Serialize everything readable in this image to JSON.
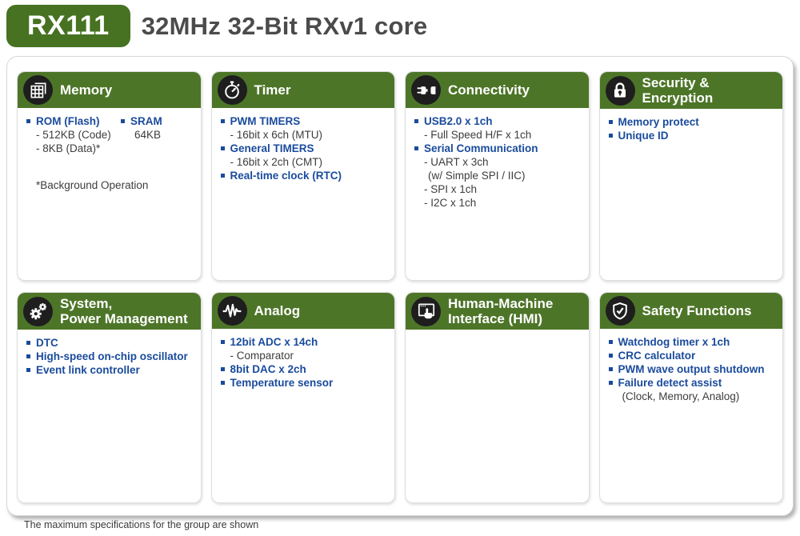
{
  "header": {
    "badge_label": "RX111",
    "title": "32MHz 32-Bit RXv1 core"
  },
  "colors": {
    "brand_green": "#4d7528",
    "badge_green": "#467221",
    "accent_blue": "#1a4b9c",
    "icon_circle": "#1e1e1e"
  },
  "cards": [
    {
      "title_lines": [
        "Memory"
      ],
      "icon": "memory-chip-icon",
      "col_left": [
        {
          "t": "b",
          "text": "ROM (Flash)"
        },
        {
          "t": "d",
          "text": "- 512KB (Code)"
        },
        {
          "t": "d",
          "text": "- 8KB (Data)*"
        }
      ],
      "col_right": [
        {
          "t": "b",
          "text": "SRAM"
        },
        {
          "t": "c",
          "text": "64KB"
        }
      ],
      "footnote": "*Background Operation"
    },
    {
      "title_lines": [
        "Timer"
      ],
      "icon": "stopwatch-icon",
      "items": [
        {
          "t": "b",
          "text": "PWM TIMERS"
        },
        {
          "t": "d",
          "text": "- 16bit x 6ch (MTU)"
        },
        {
          "t": "b",
          "text": "General TIMERS"
        },
        {
          "t": "d",
          "text": "- 16bit x 2ch (CMT)"
        },
        {
          "t": "b",
          "text": "Real-time clock (RTC)"
        }
      ]
    },
    {
      "title_lines": [
        "Connectivity"
      ],
      "icon": "plug-icon",
      "items": [
        {
          "t": "b",
          "text": "USB2.0 x 1ch"
        },
        {
          "t": "d",
          "text": "- Full Speed H/F x 1ch"
        },
        {
          "t": "b",
          "text": "Serial Communication"
        },
        {
          "t": "d",
          "text": "- UART x 3ch"
        },
        {
          "t": "c",
          "text": "(w/ Simple SPI / IIC)"
        },
        {
          "t": "d",
          "text": "- SPI x 1ch"
        },
        {
          "t": "d",
          "text": "- I2C x 1ch"
        }
      ]
    },
    {
      "title_lines": [
        "Security &",
        "Encryption"
      ],
      "icon": "lock-icon",
      "items": [
        {
          "t": "b",
          "text": "Memory protect"
        },
        {
          "t": "b",
          "text": "Unique ID"
        }
      ]
    },
    {
      "title_lines": [
        "System,",
        "Power Management"
      ],
      "icon": "gears-icon",
      "items": [
        {
          "t": "b",
          "text": "DTC"
        },
        {
          "t": "b",
          "text": "High-speed on-chip oscillator"
        },
        {
          "t": "b",
          "text": "Event link controller"
        }
      ]
    },
    {
      "title_lines": [
        "Analog"
      ],
      "icon": "waveform-icon",
      "items": [
        {
          "t": "b",
          "text": "12bit ADC x 14ch"
        },
        {
          "t": "d",
          "text": "- Comparator"
        },
        {
          "t": "b",
          "text": "8bit DAC x 2ch"
        },
        {
          "t": "b",
          "text": "Temperature sensor"
        }
      ]
    },
    {
      "title_lines": [
        "Human-Machine",
        "Interface (HMI)"
      ],
      "icon": "touch-screen-icon",
      "items": []
    },
    {
      "title_lines": [
        "Safety Functions"
      ],
      "icon": "shield-check-icon",
      "items": [
        {
          "t": "b",
          "text": "Watchdog timer x 1ch"
        },
        {
          "t": "b",
          "text": "CRC calculator"
        },
        {
          "t": "b",
          "text": "PWM wave output shutdown"
        },
        {
          "t": "b",
          "text": "Failure detect assist"
        },
        {
          "t": "c",
          "text": "(Clock, Memory, Analog)"
        }
      ]
    }
  ],
  "footer": {
    "note": "The maximum specifications for the group are shown"
  }
}
